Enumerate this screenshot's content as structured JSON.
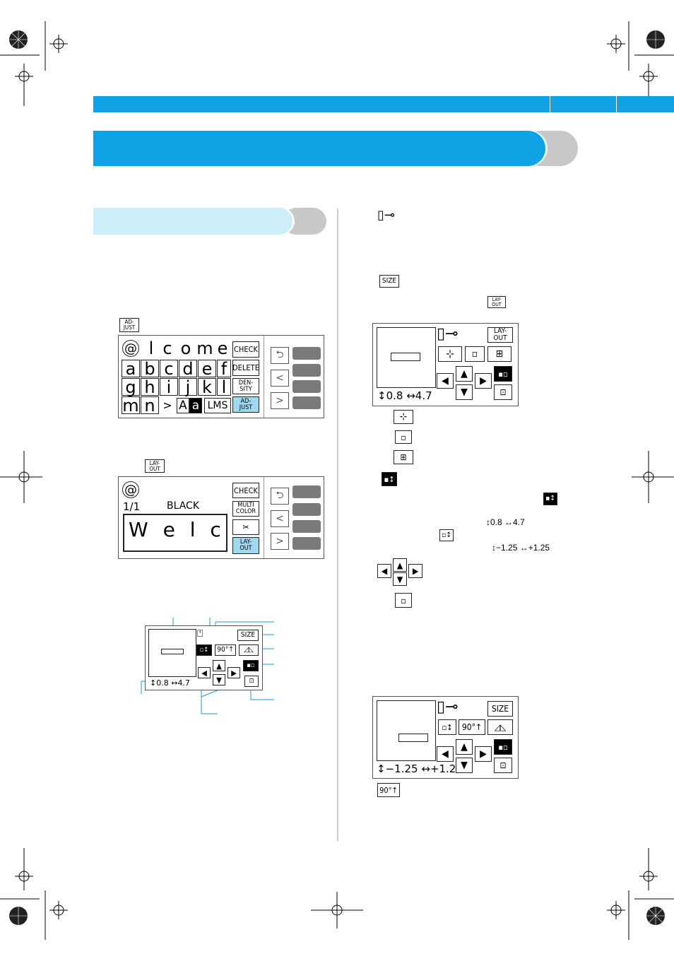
{
  "colors": {
    "band": "#0fa3e6",
    "band_light": "#cdeffa",
    "bubble_gray": "#c8c8c8",
    "lcd_select": "#9fd9f0"
  },
  "keyboard_screen": {
    "row1": [
      "l",
      "c",
      "o",
      "m",
      "e"
    ],
    "row2": [
      "a",
      "b",
      "c",
      "d",
      "e",
      "f"
    ],
    "row3": [
      "g",
      "h",
      "i",
      "j",
      "k",
      "l"
    ],
    "row4": [
      "m",
      "n"
    ],
    "more": ">",
    "case_upper": "A",
    "case_lower": "a",
    "size_lms": "LMS",
    "check": "CHECK",
    "delete": "DELETE",
    "density": "DEN-SITY",
    "adjust": "AD-JUST",
    "back_arrow": "⮌",
    "prev": "<",
    "next": ">"
  },
  "edit_screen": {
    "page": "1/1",
    "color": "BLACK",
    "preview_text": "W e l c",
    "check": "CHECK",
    "multi_color": "MULTI COLOR",
    "layout": "LAY-OUT"
  },
  "icons": {
    "adjust_small": "AD-JUST",
    "layout_small": "LAY-OUT",
    "size_small": "SIZE",
    "layout_btn": "LAY-OUT",
    "size_btn": "SIZE",
    "rotate": "90°↑"
  },
  "readouts": {
    "size_small": "0.8",
    "size_small_w": "4.7",
    "inline_h": "0.8",
    "inline_w": "4.7",
    "offset_v": "−1.25",
    "offset_h": "+1.25",
    "screen_offset_v": "−1.25",
    "screen_offset_h": "+1.25"
  }
}
